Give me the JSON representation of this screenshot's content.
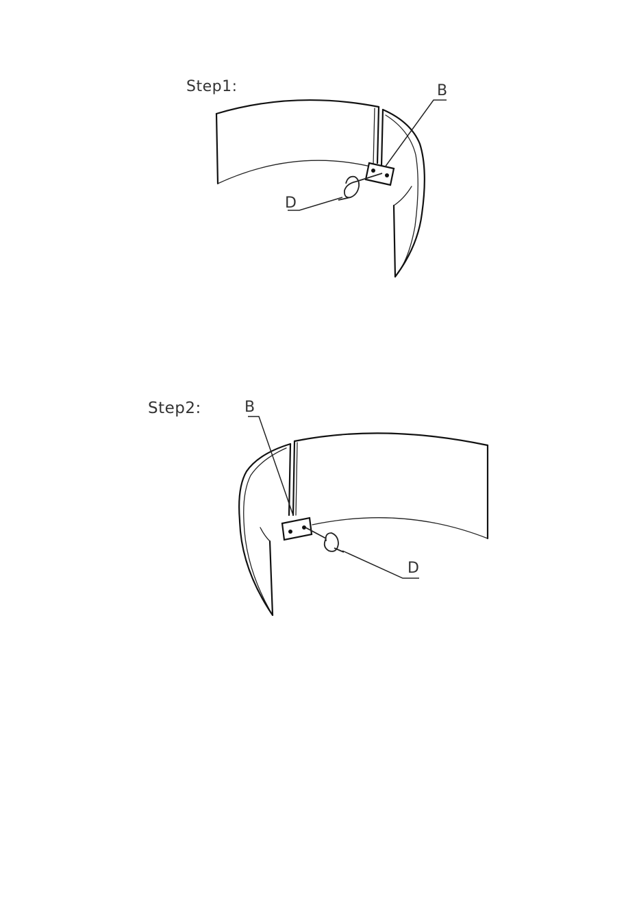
{
  "step1": {
    "title": "Step1:",
    "callouts": {
      "b": "B",
      "d": "D"
    }
  },
  "step2": {
    "title": "Step2:",
    "callouts": {
      "b": "B",
      "d": "D"
    }
  }
}
